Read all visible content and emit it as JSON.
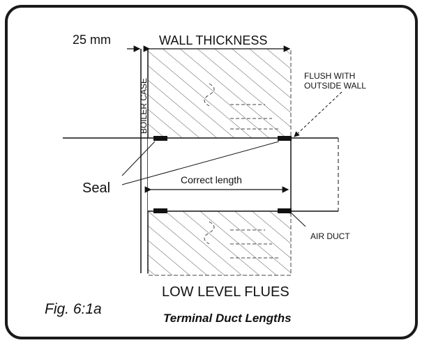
{
  "labels": {
    "dimension_25mm": "25 mm",
    "wall_thickness": "WALL THICKNESS",
    "boiler_case": "BOILER CASE",
    "flush_line1": "FLUSH WITH",
    "flush_line2": "OUTSIDE WALL",
    "seal": "Seal",
    "correct_length": "Correct length",
    "air_duct": "AIR DUCT"
  },
  "caption": {
    "figure_number": "Fig. 6:1a",
    "heading": "LOW LEVEL FLUES",
    "subheading": "Terminal Duct Lengths"
  },
  "colors": {
    "ink": "#111111",
    "frame": "#1a1a1a",
    "background": "#ffffff"
  }
}
